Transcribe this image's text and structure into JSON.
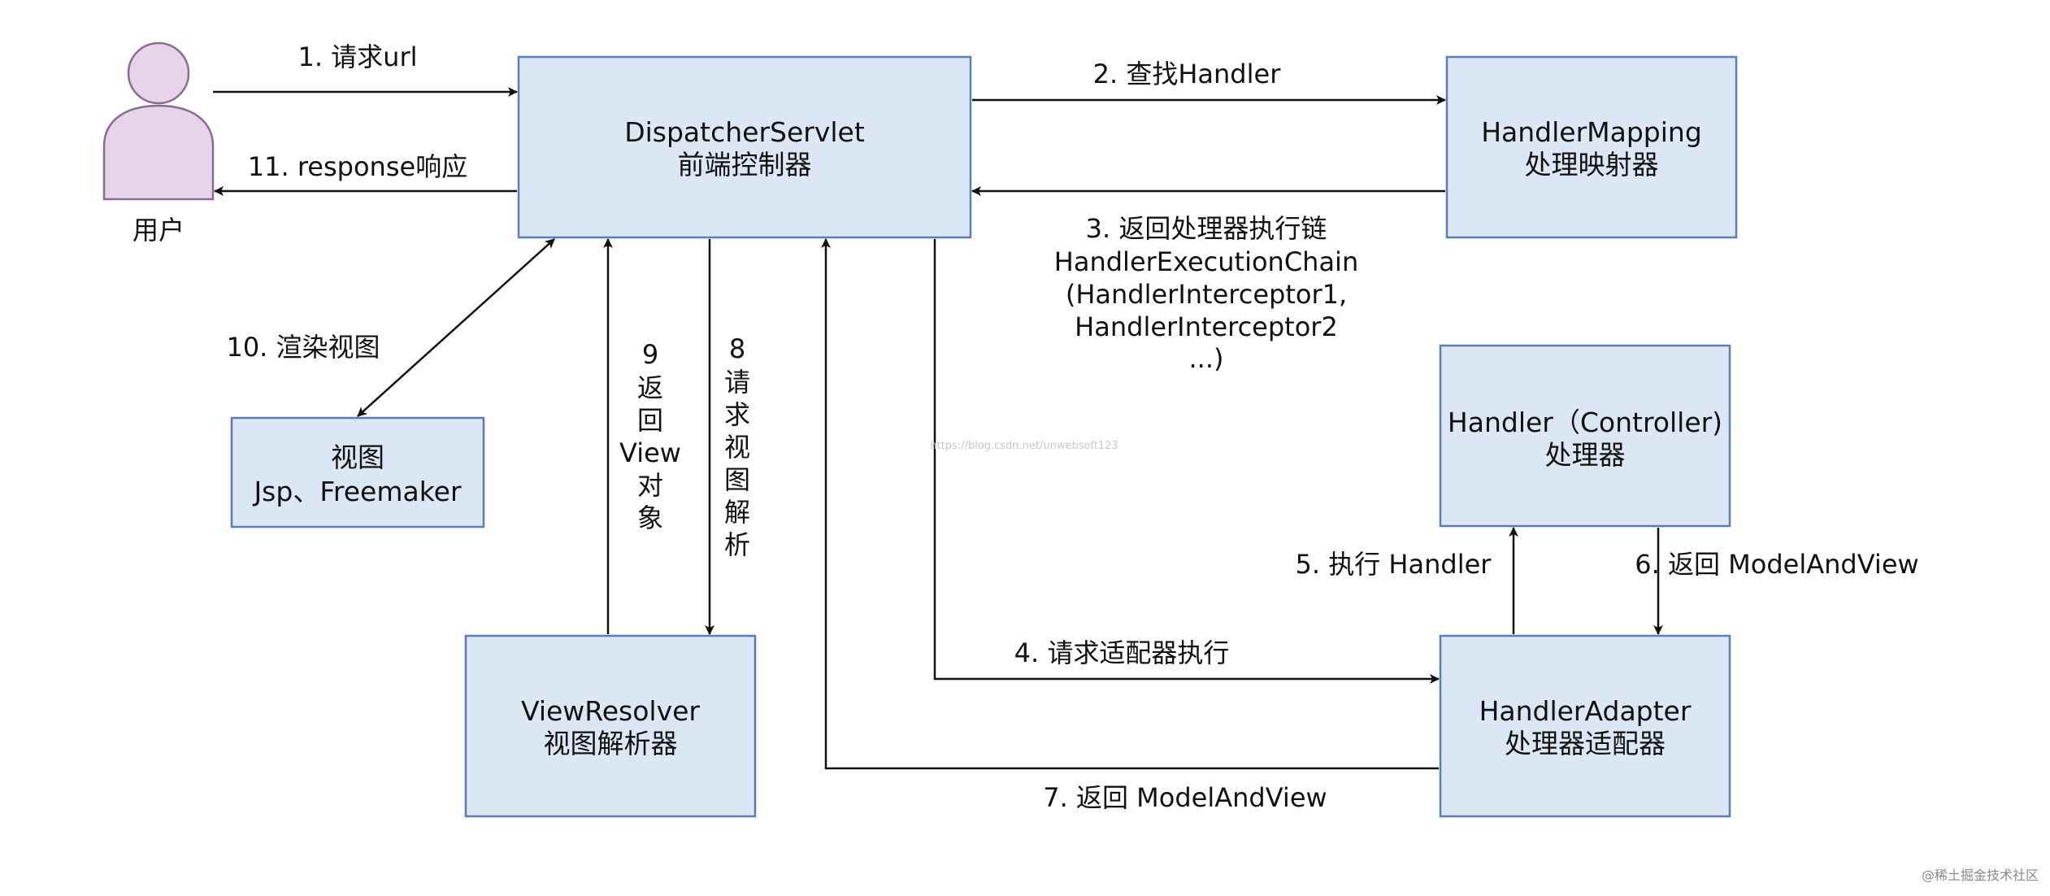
{
  "user": {
    "label": "用户"
  },
  "boxes": {
    "dispatcher": {
      "line1": "DispatcherServlet",
      "line2": "前端控制器"
    },
    "handler_mapping": {
      "line1": "HandlerMapping",
      "line2": "处理映射器"
    },
    "handler": {
      "line1": "Handler（Controller)",
      "line2": "处理器"
    },
    "handler_adapter": {
      "line1": "HandlerAdapter",
      "line2": "处理器适配器"
    },
    "view_resolver": {
      "line1": "ViewResolver",
      "line2": "视图解析器"
    },
    "view": {
      "line1": "视图",
      "line2": "Jsp、Freemaker"
    }
  },
  "steps": {
    "s1": "1. 请求url",
    "s2": "2. 查找Handler",
    "s3": [
      "3. 返回处理器执行链",
      "HandlerExecutionChain",
      "(HandlerInterceptor1,",
      "HandlerInterceptor2",
      "...)"
    ],
    "s4": "4. 请求适配器执行",
    "s5": "5. 执行 Handler",
    "s6": "6. 返回 ModelAndView",
    "s7": "7. 返回 ModelAndView",
    "s8": [
      "8",
      "请",
      "求",
      "视",
      "图",
      "解",
      "析"
    ],
    "s9": [
      "9",
      "返",
      "回",
      "View",
      "对",
      "象"
    ],
    "s10": "10. 渲染视图",
    "s11": "11. response响应"
  },
  "watermark": "https://blog.csdn.net/unwebsoft123",
  "credit": "@稀土掘金技术社区",
  "colors": {
    "box_fill": "#dce7f6",
    "box_stroke": "#5a7db5",
    "user_fill": "#e6d5e9",
    "user_stroke": "#8c6b91",
    "line": "#111111"
  }
}
